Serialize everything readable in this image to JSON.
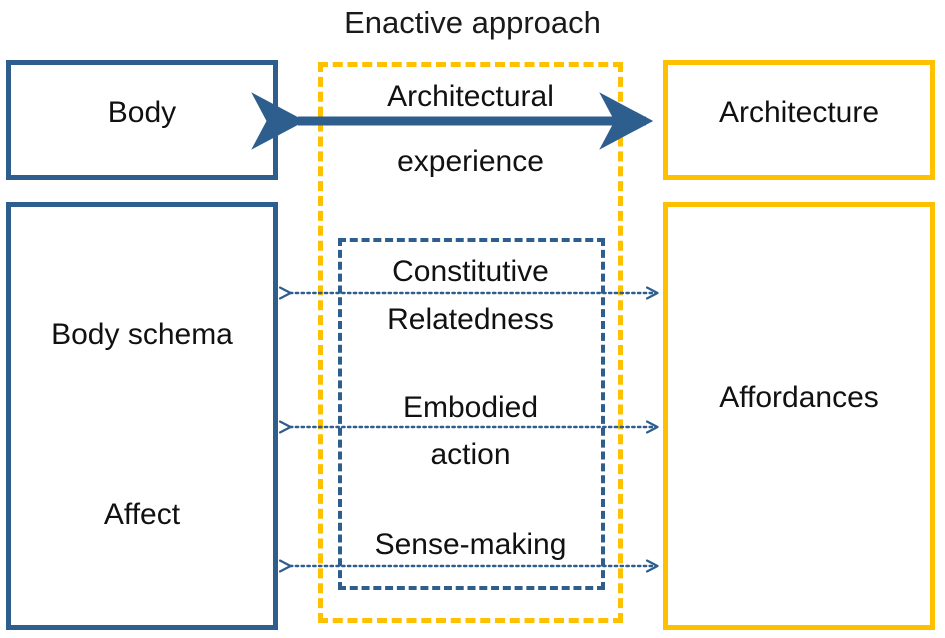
{
  "title": "Enactive approach",
  "colors": {
    "blue": "#2E5E8E",
    "amber": "#FFC000",
    "text": "#111111",
    "background": "#FFFFFF"
  },
  "boxes": {
    "body": "Body",
    "architecture": "Architecture",
    "body_schema": "Body schema",
    "affect": "Affect",
    "affordances": "Affordances"
  },
  "containers": {
    "outer_amber_dashed_label": "Architectural experience",
    "inner_blue_dashed_label": "Constitutive Relatedness / Embodied action / Sense-making"
  },
  "center_labels": {
    "architectural": "Architectural",
    "experience": "experience",
    "constitutive": "Constitutive",
    "relatedness": "Relatedness",
    "embodied": "Embodied",
    "action": "action",
    "sense_making": "Sense-making"
  },
  "connections": [
    {
      "id": "body-architecture",
      "from": "Body",
      "to": "Architecture",
      "style": "solid-thick",
      "direction": "bidirectional",
      "label": "Architectural experience"
    },
    {
      "id": "constitutive-relatedness",
      "from": "Body schema",
      "to": "Affordances",
      "style": "dotted-thin",
      "direction": "bidirectional",
      "label": "Constitutive Relatedness"
    },
    {
      "id": "embodied-action",
      "from": "Body schema",
      "to": "Affordances",
      "style": "dotted-thin",
      "direction": "bidirectional",
      "label": "Embodied action"
    },
    {
      "id": "sense-making",
      "from": "Affect",
      "to": "Affordances",
      "style": "dotted-thin",
      "direction": "bidirectional",
      "label": "Sense-making"
    }
  ]
}
